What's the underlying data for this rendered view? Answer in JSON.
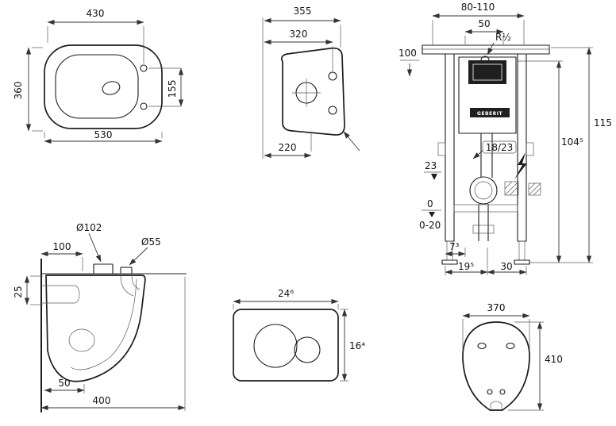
{
  "drawing": {
    "bowl_top": {
      "dim_430": "430",
      "dim_360": "360",
      "dim_530": "530",
      "dim_155": "155"
    },
    "lid": {
      "dim_355": "355",
      "dim_320": "320",
      "dim_220": "220"
    },
    "frame": {
      "dim_80_110": "80-110",
      "dim_50": "50",
      "dim_r12": "R½",
      "dim_100": "100",
      "dim_115": "115",
      "dim_1045": "104⁵",
      "dim_1823": "18/23",
      "dim_23": "23",
      "dim_0": "0",
      "dim_0_20": "0-20",
      "dim_73": "7³",
      "dim_195": "19⁵",
      "dim_30": "30",
      "brand": "GEBERIT"
    },
    "bowl_side": {
      "dim_d102": "Ø102",
      "dim_d55": "Ø55",
      "dim_100": "100",
      "dim_25": "25",
      "dim_50": "50",
      "dim_400": "400"
    },
    "plate": {
      "dim_246": "24⁶",
      "dim_164": "16⁴"
    },
    "gasket": {
      "dim_370": "370",
      "dim_410": "410"
    }
  },
  "colors": {
    "line": "#1c1c1c",
    "dim": "#333333",
    "fill_dark": "#1f1f1f",
    "background": "#ffffff"
  }
}
